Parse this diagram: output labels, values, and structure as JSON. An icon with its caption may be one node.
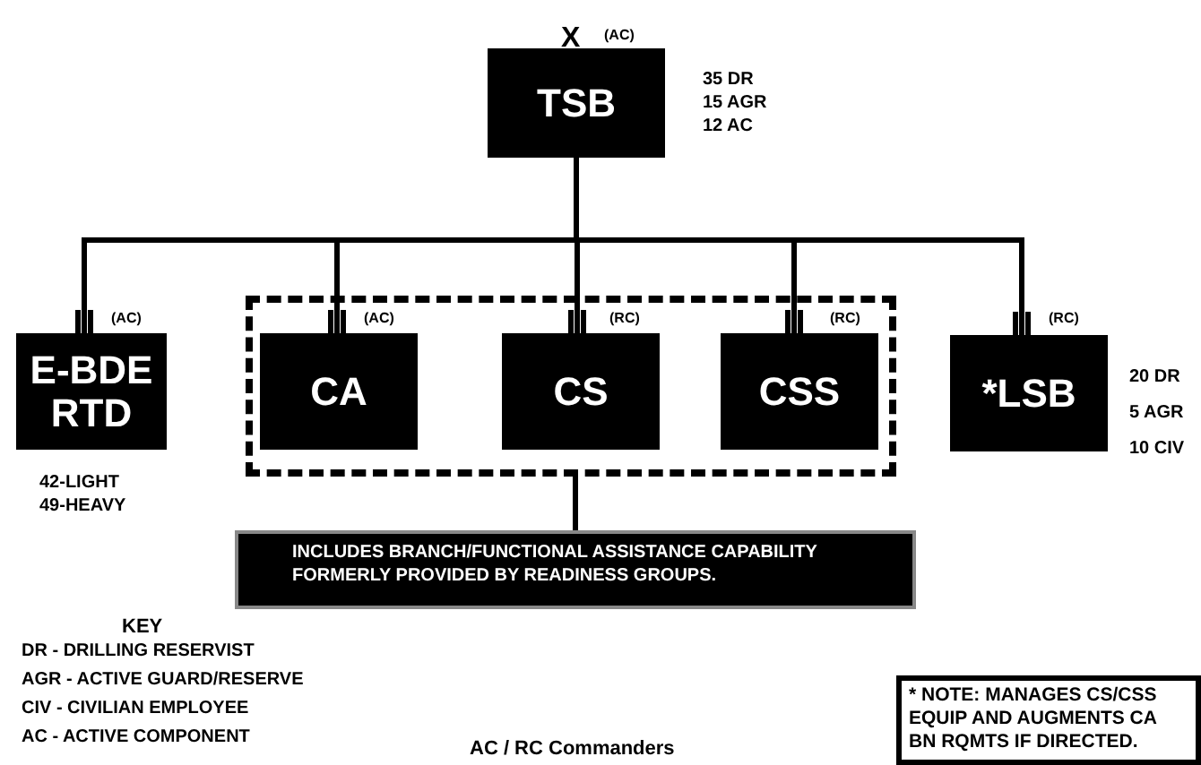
{
  "diagram": {
    "caption": "AC / RC Commanders",
    "nodes": [
      {
        "text": [
          "TSB"
        ],
        "beside": [
          "X",
          "(AC)",
          "35 DR 15 AGR 12 AC"
        ]
      },
      {
        "text": [
          "E-BDE RTD"
        ],
        "beside": [
          "(AC)",
          "42-LIGHT 49-HEAVY"
        ]
      },
      {
        "text": [],
        "shape": "box"
      },
      {
        "text": [
          "CA"
        ],
        "in": 2,
        "beside": [
          "(AC)"
        ]
      },
      {
        "text": [
          "CS"
        ],
        "in": 2,
        "beside": [
          "(RC)"
        ]
      },
      {
        "text": [
          "CSS"
        ],
        "in": 2,
        "beside": [
          "(RC)"
        ]
      },
      {
        "text": [
          "*LSB"
        ],
        "beside": [
          "(RC)",
          "20 DR 5 AGR 10 CIV"
        ]
      },
      {
        "text": [
          "INCLUDES BRANCH/FUNCTIONAL ASSISTANCE CAPABILITY FORMERLY PROVIDED BY READINESS GROUPS."
        ]
      },
      {
        "text": [
          "* NOTE: MANAGES CS/CSS EQUIP AND AUGMENTS CA BN RQMTS IF DIRECTED."
        ]
      }
    ],
    "edges": [
      {
        "from": 0,
        "to": 1,
        "arrow": "none"
      },
      {
        "from": 0,
        "to": 3,
        "arrow": "none"
      },
      {
        "from": 0,
        "to": 4,
        "arrow": "none"
      },
      {
        "from": 0,
        "to": 5,
        "arrow": "none"
      },
      {
        "from": 0,
        "to": 6,
        "arrow": "none"
      },
      {
        "from": 2,
        "to": 7,
        "arrow": "none"
      }
    ],
    "labels": [
      "KEY",
      "DR - DRILLING RESERVIST",
      "AGR - ACTIVE GUARD/RESERVE",
      "CIV - CIVILIAN EMPLOYEE",
      "AC - ACTIVE COMPONENT"
    ]
  }
}
